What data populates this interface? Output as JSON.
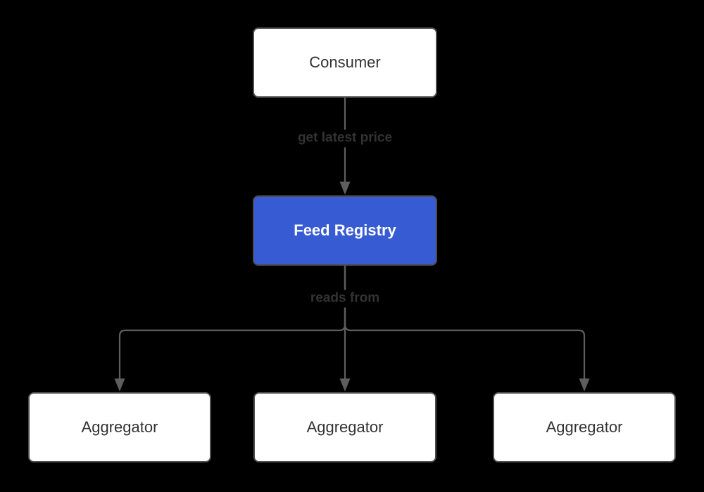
{
  "diagram": {
    "type": "flowchart",
    "direction": "top-down",
    "background_color": "#000000",
    "colors": {
      "node_fill": "#ffffff",
      "node_border": "#4e4e4e",
      "node_text": "#333333",
      "primary_node_fill": "#375bd2",
      "primary_node_text": "#ffffff",
      "edge_line": "#5e5e5e",
      "edge_label_text": "#333333"
    },
    "nodes": [
      {
        "id": "consumer",
        "label": "Consumer",
        "style": "default"
      },
      {
        "id": "feed-registry",
        "label": "Feed Registry",
        "style": "primary"
      },
      {
        "id": "aggregator-1",
        "label": "Aggregator",
        "style": "default"
      },
      {
        "id": "aggregator-2",
        "label": "Aggregator",
        "style": "default"
      },
      {
        "id": "aggregator-3",
        "label": "Aggregator",
        "style": "default"
      }
    ],
    "edges": [
      {
        "from": "consumer",
        "to": "feed-registry",
        "label": "get latest price"
      },
      {
        "from": "feed-registry",
        "to": "aggregator-2",
        "label": "reads from"
      },
      {
        "from": "feed-registry",
        "to": "aggregator-1"
      },
      {
        "from": "feed-registry",
        "to": "aggregator-3"
      }
    ]
  }
}
